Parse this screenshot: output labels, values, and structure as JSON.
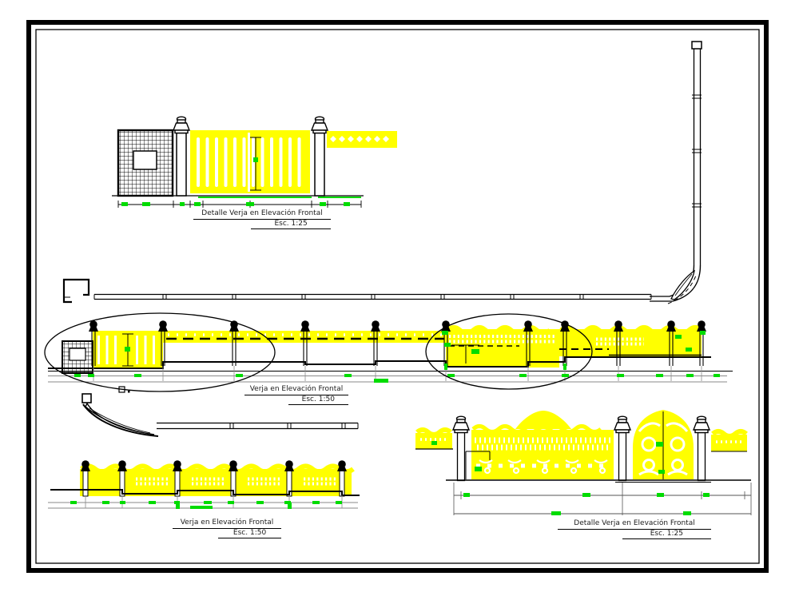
{
  "drawing_sheet": {
    "background": "#ffffff",
    "frame_color": "#000000",
    "colors": {
      "fence_yellow": "#FFFF00",
      "dimension_green": "#00DC00",
      "line_black": "#000000",
      "dim_gray": "#8A8A8A"
    },
    "views": {
      "detail_top_left": {
        "title": "Detalle Verja en Elevación Frontal",
        "scale": "Esc. 1:25"
      },
      "elevation_main": {
        "title": "Verja en Elevación Frontal",
        "scale": "Esc. 1:50"
      },
      "elevation_bottom_left": {
        "title": "Verja en Elevación Frontal",
        "scale": "Esc. 1:50"
      },
      "detail_bottom_right": {
        "title": "Detalle Verja en Elevación Frontal",
        "scale": "Esc. 1:25"
      }
    }
  }
}
